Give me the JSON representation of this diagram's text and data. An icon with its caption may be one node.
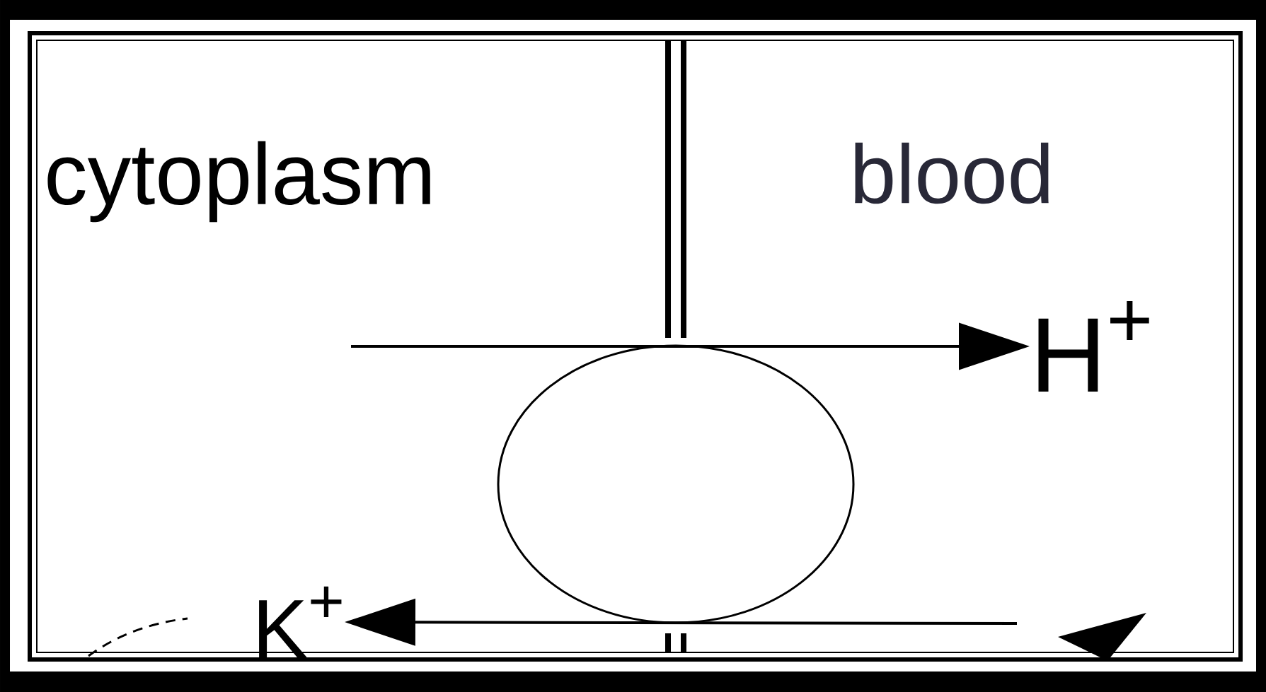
{
  "diagram": {
    "nodes": [
      {
        "text": [],
        "shape": "circle"
      },
      {
        "text": [
          "H$^{+}$"
        ]
      },
      {
        "text": [
          "K$^{+}$"
        ]
      }
    ],
    "edges": [
      {
        "from": null,
        "to": 1,
        "arrow": "to"
      },
      {
        "from": null,
        "to": 2,
        "arrow": "to"
      }
    ],
    "labels": [
      "cytoplasm",
      "blood"
    ]
  }
}
